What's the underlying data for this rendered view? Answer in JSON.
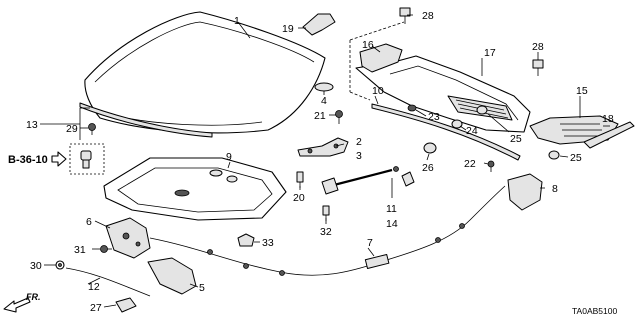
{
  "diagram": {
    "callouts": {
      "c1": "1",
      "c2": "2",
      "c3": "3",
      "c4": "4",
      "c5": "5",
      "c6": "6",
      "c7": "7",
      "c8": "8",
      "c9": "9",
      "c10": "10",
      "c11": "11",
      "c12": "12",
      "c13": "13",
      "c14": "14",
      "c15": "15",
      "c16": "16",
      "c17": "17",
      "c18": "18",
      "c19": "19",
      "c20": "20",
      "c21": "21",
      "c22": "22",
      "c23": "23",
      "c24": "24",
      "c25a": "25",
      "c25b": "25",
      "c26": "26",
      "c27": "27",
      "c28a": "28",
      "c28b": "28",
      "c29": "29",
      "c30": "30",
      "c31": "31",
      "c32": "32",
      "c33": "33"
    },
    "reference": "B-36-10",
    "direction": "FR.",
    "code": "TA0AB5100"
  }
}
